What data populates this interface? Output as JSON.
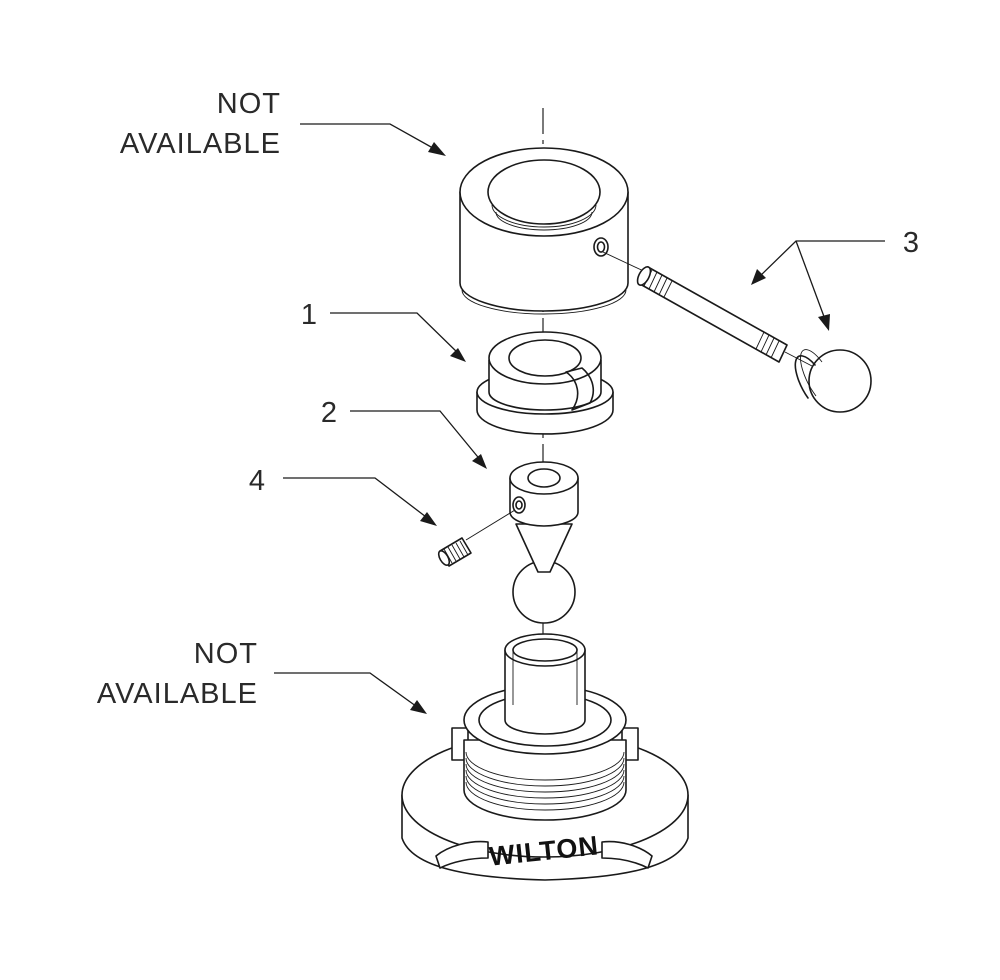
{
  "callouts": {
    "top_not_available": {
      "line1": "NOT",
      "line2": "AVAILABLE"
    },
    "bottom_not_available": {
      "line1": "NOT",
      "line2": "AVAILABLE"
    },
    "part_1": "1",
    "part_2": "2",
    "part_3": "3",
    "part_4": "4"
  },
  "brand_mark": "WILTON"
}
